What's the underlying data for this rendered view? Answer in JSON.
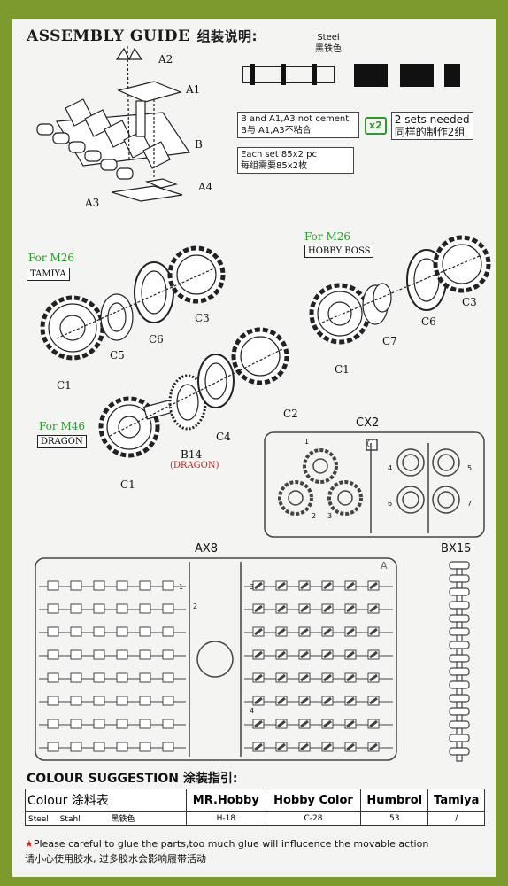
{
  "title": {
    "en": "ASSEMBLY GUIDE",
    "cn": "组装说明:"
  },
  "steel": {
    "en": "Steel",
    "cn": "黑铁色"
  },
  "notes": {
    "cement_en": "B and A1,A3 not cement",
    "cement_cn": "B与 A1,A3不粘合",
    "sets_en": "2 sets needed",
    "sets_cn": "同样的制作2组",
    "x2": "x2",
    "each_en": "Each set 85x2 pc",
    "each_cn": "每组需要85x2枚"
  },
  "track_parts": {
    "a1": "A1",
    "a2": "A2",
    "a3": "A3",
    "a4": "A4",
    "b": "B"
  },
  "tamiya": {
    "for": "For M26",
    "brand": "TAMIYA",
    "c1": "C1",
    "c5": "C5",
    "c6": "C6",
    "c3": "C3"
  },
  "hobbyboss": {
    "for": "For M26",
    "brand": "HOBBY BOSS",
    "c1": "C1",
    "c7": "C7",
    "c6": "C6",
    "c3": "C3"
  },
  "dragon": {
    "for": "For M46",
    "brand": "DRAGON",
    "c1": "C1",
    "b14": "B14",
    "b14_note": "(DRAGON)",
    "c4": "C4",
    "c2": "C2"
  },
  "sprues": {
    "cx2": {
      "name": "CX2",
      "tag": "C",
      "nums": [
        "1",
        "2",
        "3",
        "4",
        "5",
        "6",
        "7"
      ]
    },
    "ax8": {
      "name": "AX8",
      "tag": "A",
      "nums": [
        "1",
        "2",
        "3",
        "4"
      ]
    },
    "bx15": {
      "name": "BX15"
    }
  },
  "colour": {
    "title": "COLOUR SUGGESTION 涂装指引:",
    "headers": [
      "Colour 涂料表",
      "MR.Hobby",
      "Hobby Color",
      "Humbrol",
      "Tamiya"
    ],
    "rows": [
      {
        "c0a": "Steel",
        "c0b": "Stahl",
        "c0c": "黑铁色",
        "mr": "H-18",
        "hobby": "C-28",
        "humbrol": "53",
        "tamiya": "/"
      }
    ]
  },
  "warning": {
    "en": "Please careful to glue the parts,too much glue will influcence the movable action",
    "cn": "请小心使用胶水, 过多胶水会影响履带活动"
  }
}
